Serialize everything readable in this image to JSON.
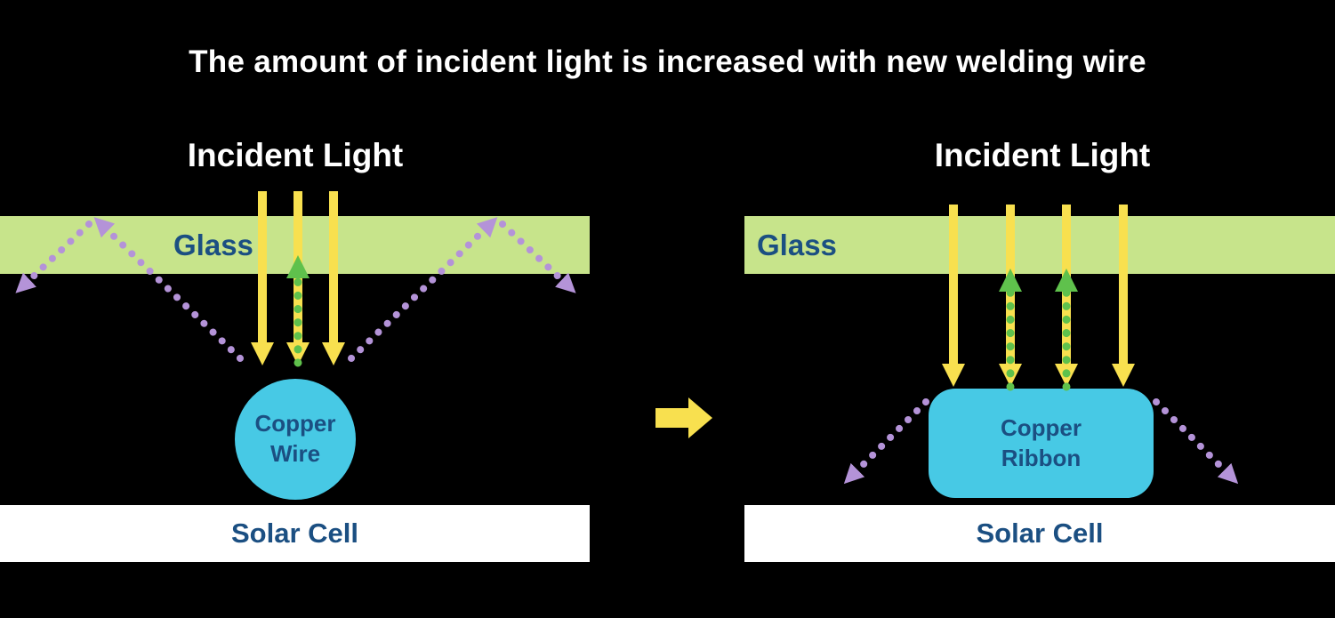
{
  "title": "The amount of incident light is increased with new welding wire",
  "left_panel": {
    "incident_light_label": "Incident Light",
    "glass_label": "Glass",
    "component_line1": "Copper",
    "component_line2": "Wire",
    "solar_cell_label": "Solar Cell"
  },
  "right_panel": {
    "incident_light_label": "Incident Light",
    "glass_label": "Glass",
    "component_line1": "Copper",
    "component_line2": "Ribbon",
    "solar_cell_label": "Solar Cell"
  },
  "colors": {
    "background": "#000000",
    "title_text": "#ffffff",
    "glass_fill": "#c7e48b",
    "label_text": "#1b4f82",
    "incident_arrow": "#f8e04f",
    "reflected_arrow": "#5fc14c",
    "lost_light_arrow": "#b493d8",
    "copper_fill": "#47c9e5",
    "solar_cell_fill": "#ffffff"
  },
  "icons": {
    "incident_light": "down-arrow-icon",
    "reflected_light": "dotted-up-arrow-icon",
    "lost_light": "dotted-diagonal-arrow-icon",
    "transition": "right-arrow-icon"
  }
}
